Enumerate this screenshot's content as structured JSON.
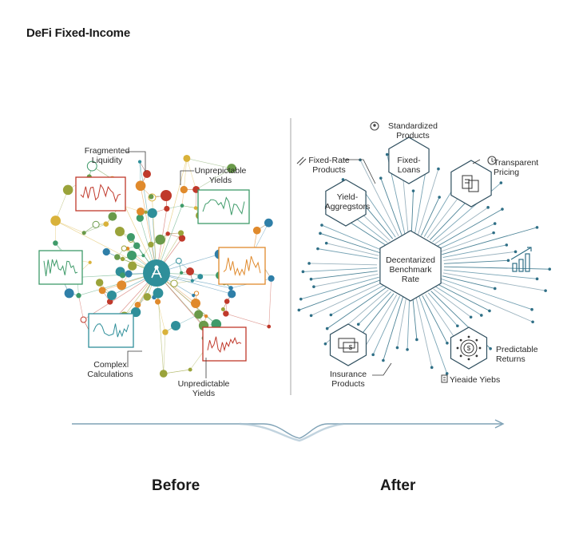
{
  "title": "DeFi Fixed-Income",
  "before": {
    "label": "Before",
    "fragmented_liquidity": "Fragmented\nLiquidity",
    "unpredictable_yields_top": "Unprepictable\nYields",
    "complex_calculations": "Complex\nCalculations",
    "unpredictable_yields_bottom": "Unpredictable\nYields"
  },
  "after": {
    "label": "After",
    "center": "Decentarized\nBenchmark\nRate",
    "standardized_products": "Standardized\nProducts",
    "fixed_loans": "Fixed-\nLoans",
    "fixed_rate_products": "Fixed-Rate\nProducts",
    "transparent_pricing": "Transparent\nPricing",
    "yield_aggregators": "Yield-\nAggregstors",
    "predictable_returns": "Predictable\nReturns",
    "insurance_products": "Insurance\nProducts",
    "yieald_yiebs": "Yieaide Yiebs"
  },
  "colors": {
    "teal": "#2f8f9a",
    "red": "#c0392b",
    "green": "#3f9b6a",
    "orange": "#e08a2c",
    "olive": "#9aa33a",
    "blue": "#2f7fa8",
    "line_gray": "#7a8a95"
  }
}
